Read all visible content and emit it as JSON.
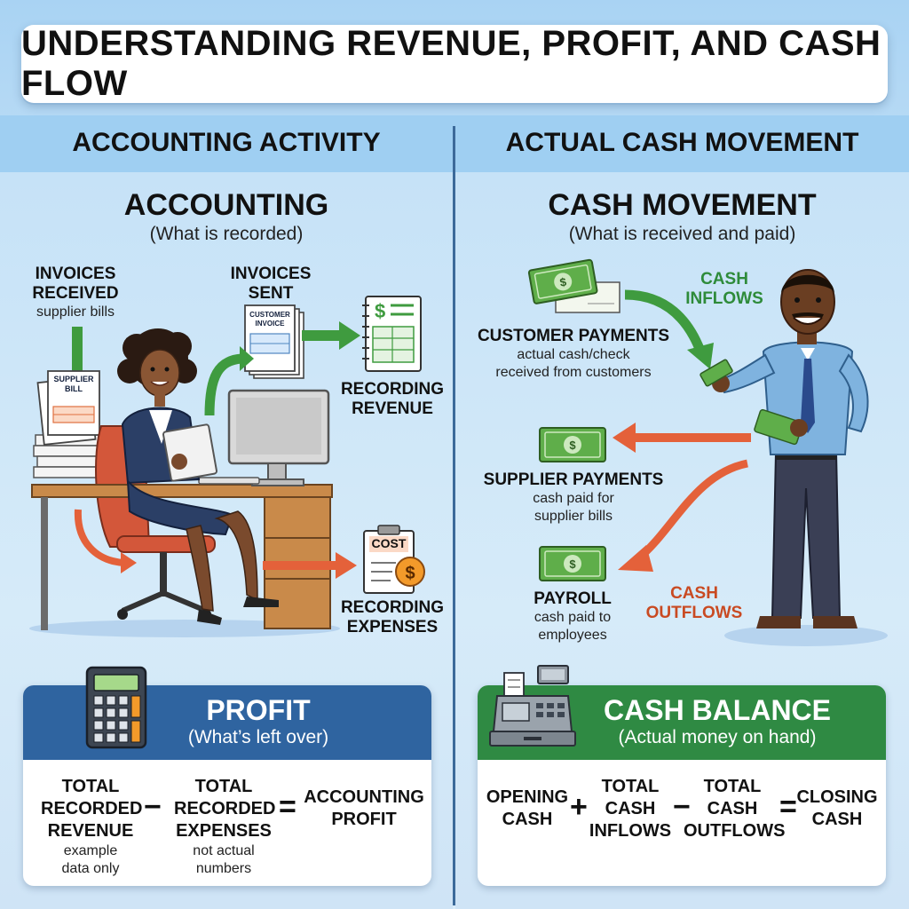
{
  "title": "UNDERSTANDING REVENUE, PROFIT, AND CASH FLOW",
  "left": {
    "column_header": "ACCOUNTING ACTIVITY",
    "heading": "ACCOUNTING",
    "subheading": "(What is recorded)",
    "invoices_received": {
      "line1": "INVOICES",
      "line2": "RECEIVED",
      "note": "supplier bills"
    },
    "supplier_bill": {
      "line1": "SUPPLIER",
      "line2": "BILL"
    },
    "invoices_sent": {
      "line1": "INVOICES",
      "line2": "SENT"
    },
    "customer_invoice": {
      "line1": "CUSTOMER",
      "line2": "INVOICE"
    },
    "recording_revenue": {
      "line1": "RECORDING",
      "line2": "REVENUE"
    },
    "cost_doc": "COST",
    "recording_expenses": {
      "line1": "RECORDING",
      "line2": "EXPENSES"
    },
    "revenue_doc_symbol": "$",
    "card": {
      "title": "PROFIT",
      "subtitle": "(What’s left over)",
      "term1": {
        "line1": "TOTAL",
        "line2": "RECORDED",
        "line3": "REVENUE",
        "note1": "example",
        "note2": "data only"
      },
      "op1": "−",
      "term2": {
        "line1": "TOTAL",
        "line2": "RECORDED",
        "line3": "EXPENSES",
        "note1": "not actual",
        "note2": "numbers"
      },
      "op2": "=",
      "result": {
        "line1": "ACCOUNTING",
        "line2": "PROFIT"
      }
    }
  },
  "right": {
    "column_header": "ACTUAL CASH MOVEMENT",
    "heading": "CASH MOVEMENT",
    "subheading": "(What is received and paid)",
    "cash_inflows": {
      "line1": "CASH",
      "line2": "INFLOWS"
    },
    "customer_payments": {
      "title": "CUSTOMER PAYMENTS",
      "note1": "actual cash/check",
      "note2": "received from customers"
    },
    "supplier_payments": {
      "title": "SUPPLIER PAYMENTS",
      "note1": "cash paid for",
      "note2": "supplier bills"
    },
    "payroll": {
      "title": "PAYROLL",
      "note1": "cash paid to",
      "note2": "employees"
    },
    "cash_outflows": {
      "line1": "CASH",
      "line2": "OUTFLOWS"
    },
    "card": {
      "title": "CASH BALANCE",
      "subtitle": "(Actual money on hand)",
      "term1": {
        "line1": "OPENING",
        "line2": "CASH"
      },
      "op1": "+",
      "term2": {
        "line1": "TOTAL",
        "line2": "CASH",
        "line3": "INFLOWS"
      },
      "op2": "−",
      "term3": {
        "line1": "TOTAL",
        "line2": "CASH",
        "line3": "OUTFLOWS"
      },
      "op3": "=",
      "result": {
        "line1": "CLOSING",
        "line2": "CASH"
      }
    }
  },
  "colors": {
    "blue_card": "#2f64a0",
    "green_card": "#2f8a43",
    "inflow_green": "#2e8b3a",
    "outflow_red": "#c94a22"
  }
}
